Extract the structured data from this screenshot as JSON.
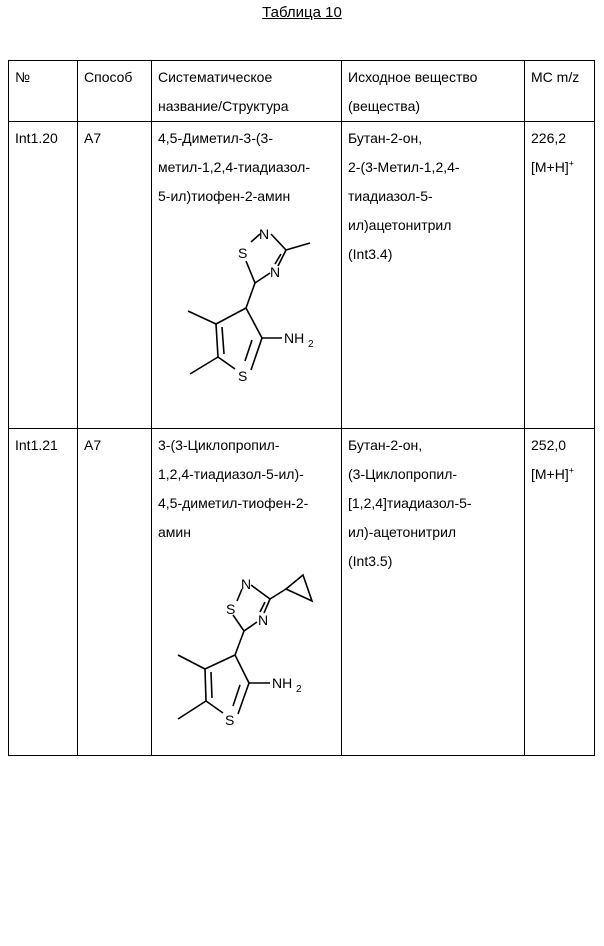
{
  "title": "Таблица 10",
  "header": {
    "col1": "№",
    "col2": "Способ",
    "col3": [
      "Систематическое",
      "название/Структура"
    ],
    "col4": [
      "Исходное вещество",
      "(вещества)"
    ],
    "col5": "МС m/z"
  },
  "rows": [
    {
      "id": "Int1.20",
      "method": "A7",
      "name": [
        "4,5-Диметил-3-(3-",
        "метил-1,2,4-тиадиазол-",
        "5-ил)тиофен-2-амин"
      ],
      "starting": [
        "Бутан-2-он,",
        "2-(3-Метил-1,2,4-",
        "тиадиазол-5-",
        "ил)ацетонитрил",
        "(Int3.4)"
      ],
      "ms_value": "226,2",
      "ms_ion": "[M+H]",
      "ms_sup": "+",
      "struct": {
        "s_thiadiazole": "S",
        "n_top": "N",
        "n_bottom": "N",
        "s_thiophene": "S",
        "amine": "NH",
        "amine_sub": "2"
      }
    },
    {
      "id": "Int1.21",
      "method": "A7",
      "name": [
        "3-(3-Циклопропил-",
        "1,2,4-тиадиазол-5-ил)-",
        "4,5-диметил-тиофен-2-",
        "амин"
      ],
      "starting": [
        "Бутан-2-он,",
        "(3-Циклопропил-",
        "[1,2,4]тиадиазол-5-",
        "ил)-ацетонитрил",
        "(Int3.5)"
      ],
      "ms_value": "252,0",
      "ms_ion": "[M+H]",
      "ms_sup": "+",
      "struct": {
        "s_thiadiazole": "S",
        "n_top": "N",
        "n_bottom": "N",
        "s_thiophene": "S",
        "amine": "NH",
        "amine_sub": "2"
      }
    }
  ]
}
